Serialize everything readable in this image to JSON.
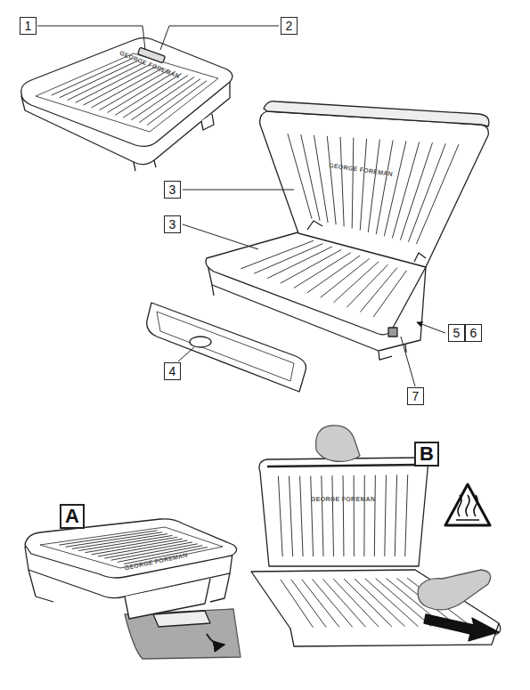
{
  "diagram": {
    "nodes": [
      {
        "text": [
          "1"
        ]
      },
      {
        "text": [
          "2"
        ]
      },
      {
        "text": [
          "3"
        ]
      },
      {
        "text": [
          "3"
        ]
      },
      {
        "text": [
          "4"
        ]
      },
      {
        "text": [
          "5"
        ]
      },
      {
        "text": [
          "6"
        ]
      },
      {
        "text": [
          "7"
        ]
      },
      {
        "text": [
          "A"
        ]
      },
      {
        "text": [
          "B"
        ]
      }
    ],
    "labels": [
      "GEORGE FOREMAN",
      "GEORGE FOREMAN",
      "GEORGE FOREMAN",
      "GEORGE FOREMAN"
    ]
  }
}
